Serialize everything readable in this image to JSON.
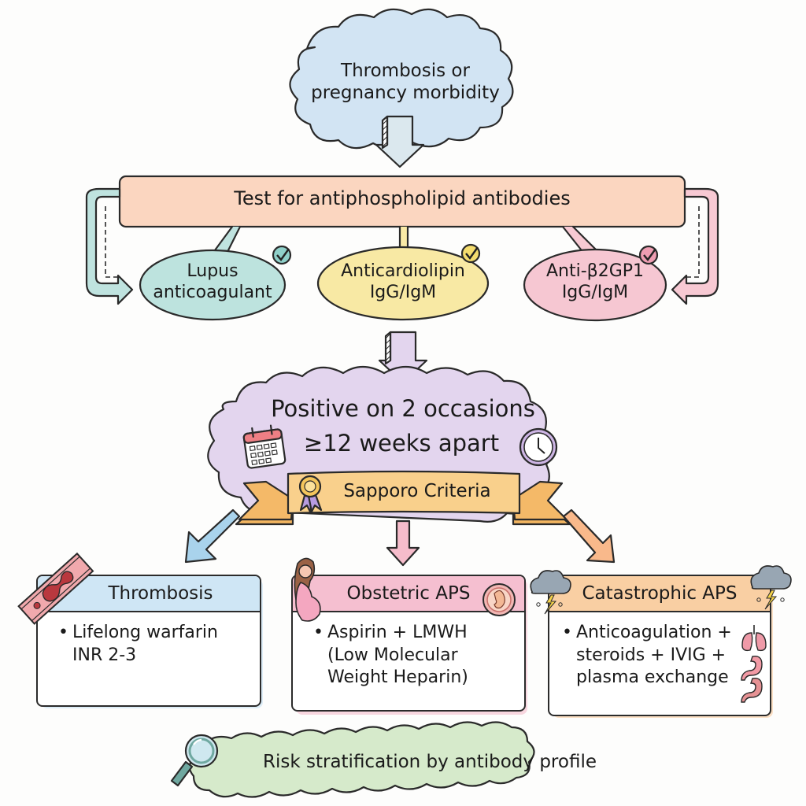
{
  "colors": {
    "start_cloud": "#cfe2f3",
    "test_box": "#fbd9c4",
    "lupus": "#bfe3df",
    "anticardiolipin": "#f9eaa6",
    "anti_b2gp1": "#f7c9d3",
    "criteria_cloud": "#e3d5ee",
    "ribbon": "#f6c27a",
    "thrombosis": "#cfe6f5",
    "obstetric": "#f5bfd0",
    "catastrophic": "#f9cfa3",
    "risk_cloud": "#d8ebcf"
  },
  "start": {
    "line1": "Thrombosis or",
    "line2": "pregnancy morbidity"
  },
  "test": {
    "title": "Test for antiphospholipid antibodies"
  },
  "antibodies": [
    {
      "line1": "Lupus",
      "line2": "anticoagulant",
      "icon": "check-icon"
    },
    {
      "line1": "Anticardiolipin",
      "line2": "IgG/IgM",
      "icon": "check-icon"
    },
    {
      "line1": "Anti-β2GP1",
      "line2": "IgG/IgM",
      "icon": "check-icon"
    }
  ],
  "criteria": {
    "line1": "Positive on 2 occasions",
    "line2": "≥12 weeks apart",
    "ribbon": "Sapporo Criteria",
    "icons": [
      "calendar-icon",
      "clock-icon",
      "award-rosette-icon"
    ]
  },
  "outcomes": [
    {
      "title": "Thrombosis",
      "bullet": "•",
      "lines": [
        "Lifelong warfarin",
        "INR 2-3"
      ],
      "icon": "blood-vessel-clot-icon"
    },
    {
      "title": "Obstetric APS",
      "bullet": "•",
      "lines": [
        "Aspirin + LMWH",
        "(Low Molecular",
        "Weight Heparin)"
      ],
      "icons": [
        "pregnant-woman-icon",
        "fetus-icon"
      ]
    },
    {
      "title": "Catastrophic APS",
      "bullet": "•",
      "lines": [
        "Anticoagulation +",
        "steroids + IVIG +",
        "plasma exchange"
      ],
      "icons": [
        "storm-cloud-icon",
        "lungs-icon",
        "stomach-icon"
      ]
    }
  ],
  "footer": {
    "text": "Risk stratification by antibody profile",
    "icon": "magnifier-icon"
  }
}
